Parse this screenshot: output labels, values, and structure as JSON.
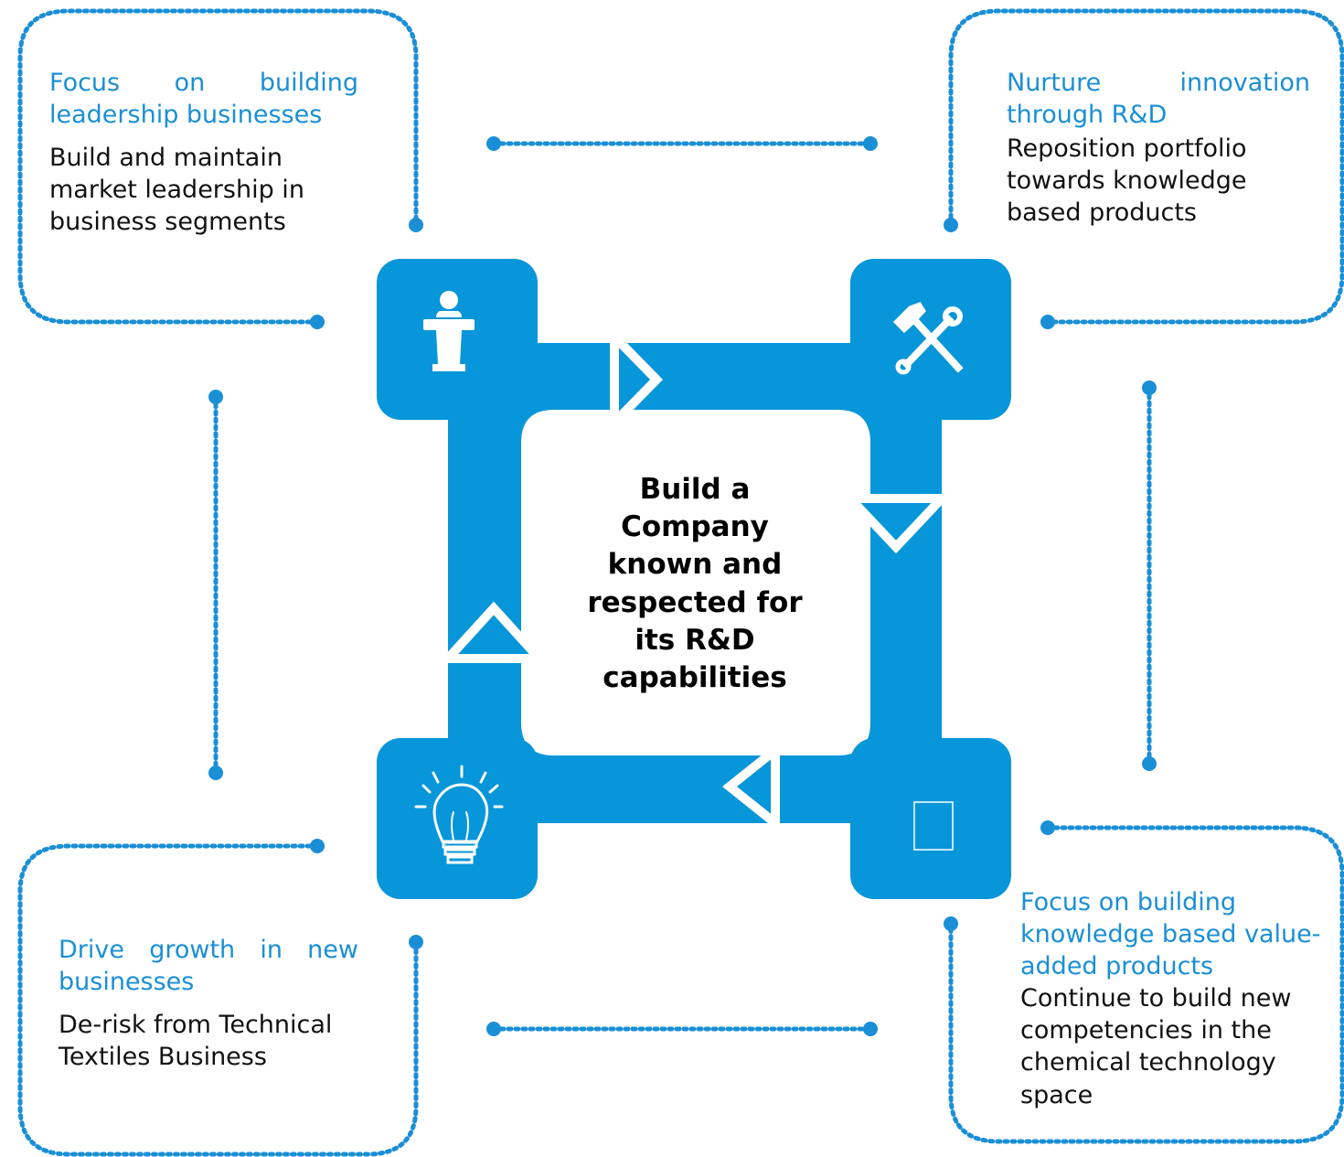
{
  "colors": {
    "accent": "#0796d9",
    "title_text": "#1a8fd6",
    "body_text": "#111111",
    "dots": "#1a8fd6"
  },
  "center": {
    "text": "Build a Company known and respected for its R&D capabilities"
  },
  "boxes": [
    {
      "id": "top-left",
      "icon": "podium-icon",
      "title": "Focus on building leadership businesses",
      "body": "Build and maintain market leadership in business segments"
    },
    {
      "id": "top-right",
      "icon": "tools-icon",
      "title": "Nurture innovation through R&D",
      "body": "Reposition portfolio towards knowledge based products"
    },
    {
      "id": "bottom-right",
      "icon": "document-icon",
      "title": "Focus on building knowledge based value-added products",
      "body": "Continue to build new competencies in the chemical technology space"
    },
    {
      "id": "bottom-left",
      "icon": "lightbulb-icon",
      "title": "Drive growth in new businesses",
      "body": "De-risk from Technical Textiles Business"
    }
  ]
}
